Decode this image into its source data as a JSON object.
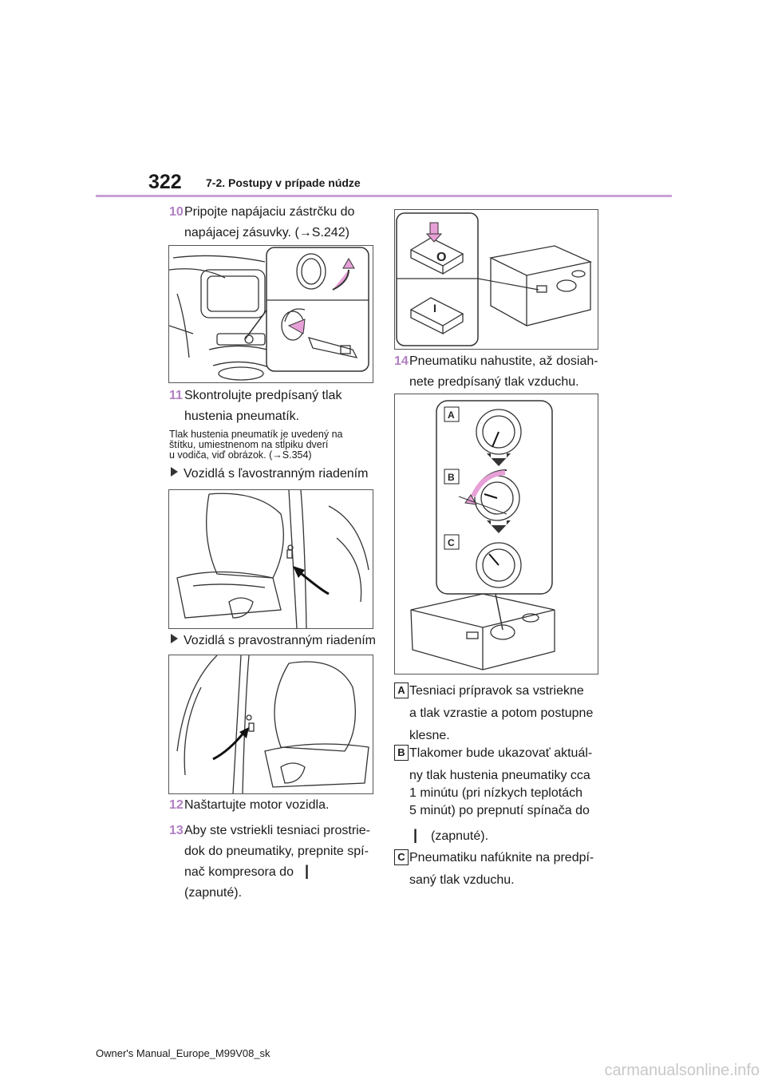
{
  "header": {
    "page_number": "322",
    "section": "7-2. Postupy v prípade núdze"
  },
  "steps": {
    "s10": {
      "num": "10",
      "line1": "Pripojte napájaciu zástrčku do",
      "line2": "napájacej zásuvky. (→S.242)"
    },
    "s11": {
      "num": "11",
      "line1": "Skontrolujte predpísaný tlak",
      "line2": "hustenia pneumatík."
    },
    "note": {
      "line1": "Tlak hustenia pneumatík je uvedený na",
      "line2": "štítku, umiestnenom na stĺpiku dverí",
      "line3": "u vodiča, viď obrázok. (→S.354)"
    },
    "left_drive": "Vozidlá s ľavostranným riadením",
    "right_drive": "Vozidlá s pravostranným riadením",
    "s12": {
      "num": "12",
      "line1": "Naštartujte motor vozidla."
    },
    "s13": {
      "num": "13",
      "line1": "Aby ste vstriekli tesniaci prostrie-",
      "line2": "dok do pneumatiky, prepnite spí-",
      "line3": "nač kompresora do",
      "line4": "(zapnuté).",
      "symbol": "|"
    },
    "s14": {
      "num": "14",
      "line1": "Pneumatiku nahustite, až dosiah-",
      "line2": "nete predpísaný tlak vzduchu."
    }
  },
  "legend": {
    "A": {
      "letter": "A",
      "line1": "Tesniaci prípravok sa vstriekne",
      "line2": "a tlak vzrastie a potom postupne",
      "line3": "klesne."
    },
    "B": {
      "letter": "B",
      "line1": "Tlakomer bude ukazovať aktuál-",
      "line2": "ny tlak hustenia pneumatiky cca",
      "line3": "1 minútu (pri nízkych teplotách",
      "line4": "5 minút) po prepnutí spínača do",
      "symbol": "|",
      "line5": "(zapnuté)."
    },
    "C": {
      "letter": "C",
      "line1": "Pneumatiku nafúknite na predpí-",
      "line2": "saný tlak vzduchu."
    }
  },
  "figures": {
    "switch_on": "I",
    "switch_off": "O",
    "gauge_labels": [
      "A",
      "B",
      "C"
    ]
  },
  "footer": "Owner's Manual_Europe_M99V08_sk",
  "watermark": "carmanualsonline.info"
}
